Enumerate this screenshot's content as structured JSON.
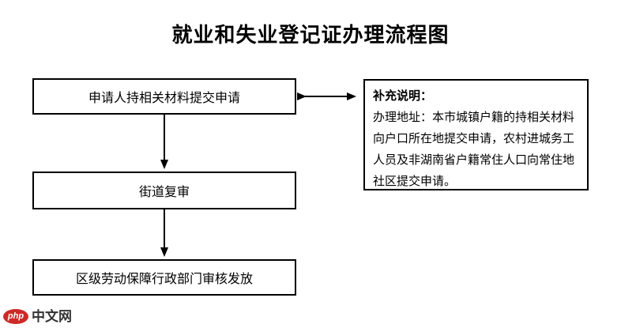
{
  "page": {
    "title": "就业和失业登记证办理流程图"
  },
  "flow": {
    "steps": [
      {
        "label": "申请人持相关材料提交申请"
      },
      {
        "label": "街道复审"
      },
      {
        "label": "区级劳动保障行政部门审核发放"
      }
    ]
  },
  "note": {
    "heading": "补充说明：",
    "body": "办理地址：本市城镇户籍的持相关材料向户口所在地提交申请，农村进城务工人员及非湖南省户籍常住人口向常住地社区提交申请。"
  },
  "logo": {
    "badge": "php",
    "text": "中文网",
    "badge_color": "#cc2a28",
    "text_color": "#333333"
  },
  "colors": {
    "line": "#000000",
    "background": "#ffffff"
  }
}
